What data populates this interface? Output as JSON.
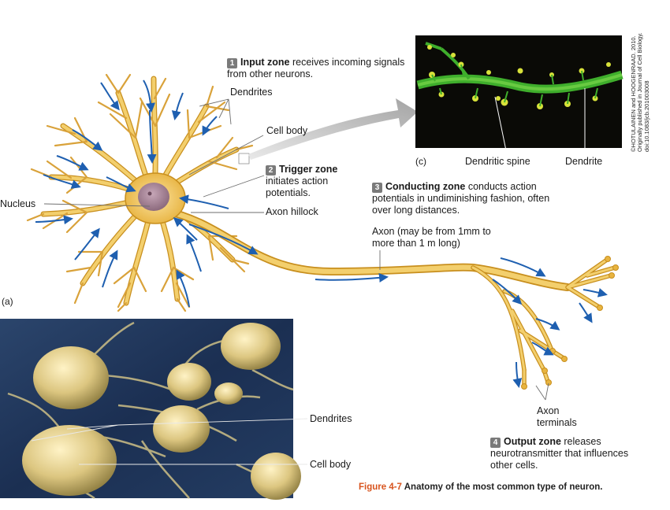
{
  "zones": {
    "input": {
      "number": "1",
      "title": "Input zone",
      "text": "receives incoming signals from other neurons."
    },
    "trigger": {
      "number": "2",
      "title": "Trigger zone",
      "text": "initiates action potentials."
    },
    "conducting": {
      "number": "3",
      "title": "Conducting zone",
      "text": "conducts action potentials in undiminishing fashion, often over long distances."
    },
    "output": {
      "number": "4",
      "title": "Output zone",
      "text": "releases neurotransmitter that influences other cells."
    }
  },
  "labels": {
    "dendrites_top": "Dendrites",
    "cell_body": "Cell body",
    "nucleus": "Nucleus",
    "axon_hillock": "Axon hillock",
    "axon": "Axon (may be from 1mm to more than 1 m long)",
    "dendritic_spine": "Dendritic spine",
    "dendrite": "Dendrite",
    "axon_terminals": "Axon terminals",
    "photo_dendrites": "Dendrites",
    "photo_cell_body": "Cell body"
  },
  "panels": {
    "a": "(a)",
    "c": "(c)"
  },
  "caption": {
    "figure": "Figure 4-7",
    "text": "Anatomy of the most common type of neuron."
  },
  "credit": "©HOTULAINEN and HOOGENRAAD. 2010. Originally published in Journal of Cell Biology. doi:10.1083/jcb.201003008",
  "colors": {
    "neuron_fill": "#f3cf6d",
    "neuron_outline": "#c88f1e",
    "signal_arrow": "#1e5fb0",
    "nucleus": "#8c6a7d",
    "caption_accent": "#d8541e",
    "micrograph_green": "#3fae2c",
    "sem_background": "#1b2f52"
  }
}
